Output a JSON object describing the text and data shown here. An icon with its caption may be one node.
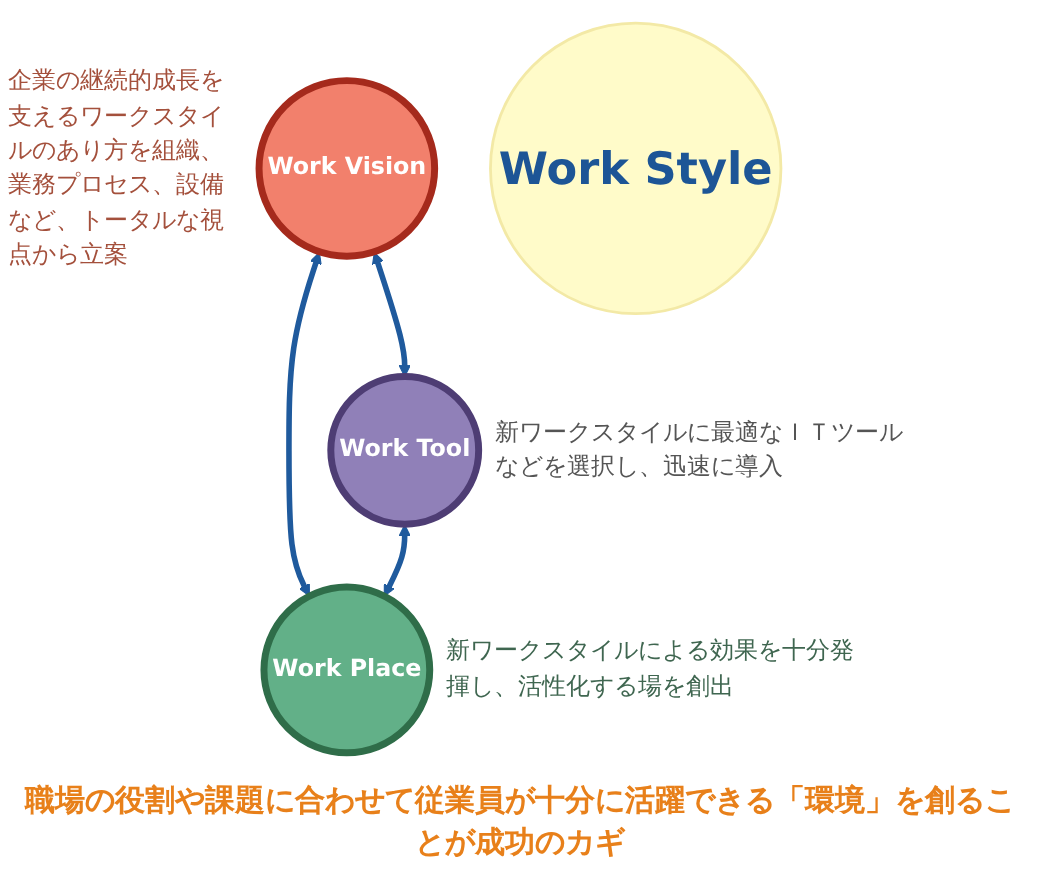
{
  "diagram": {
    "caption": "職場の役割や課題に合わせて従業員が十分に活躍できる「環境」を創ることが成功のカギ",
    "nodes": [
      {
        "text": [
          "Work Vision"
        ],
        "beside": [
          "企業の継続的成長を支えるワークスタイルのあり方を組織、業務プロセス、設備など、トータルな視点から立案"
        ]
      },
      {
        "text": [
          "Work Style"
        ]
      },
      {
        "text": [
          "Work Tool"
        ],
        "beside": [
          "新ワークスタイルに最適なＩＴツールなどを選択し、迅速に導入"
        ]
      },
      {
        "text": [
          "Work Place"
        ],
        "beside": [
          "新ワークスタイルによる効果を十分発揮し、活性化する場を創出"
        ]
      }
    ],
    "edges": [
      {
        "from": 0,
        "to": 2,
        "arrow": "both"
      },
      {
        "from": 0,
        "to": 3,
        "arrow": "both"
      },
      {
        "from": 2,
        "to": 3,
        "arrow": "both"
      }
    ]
  }
}
